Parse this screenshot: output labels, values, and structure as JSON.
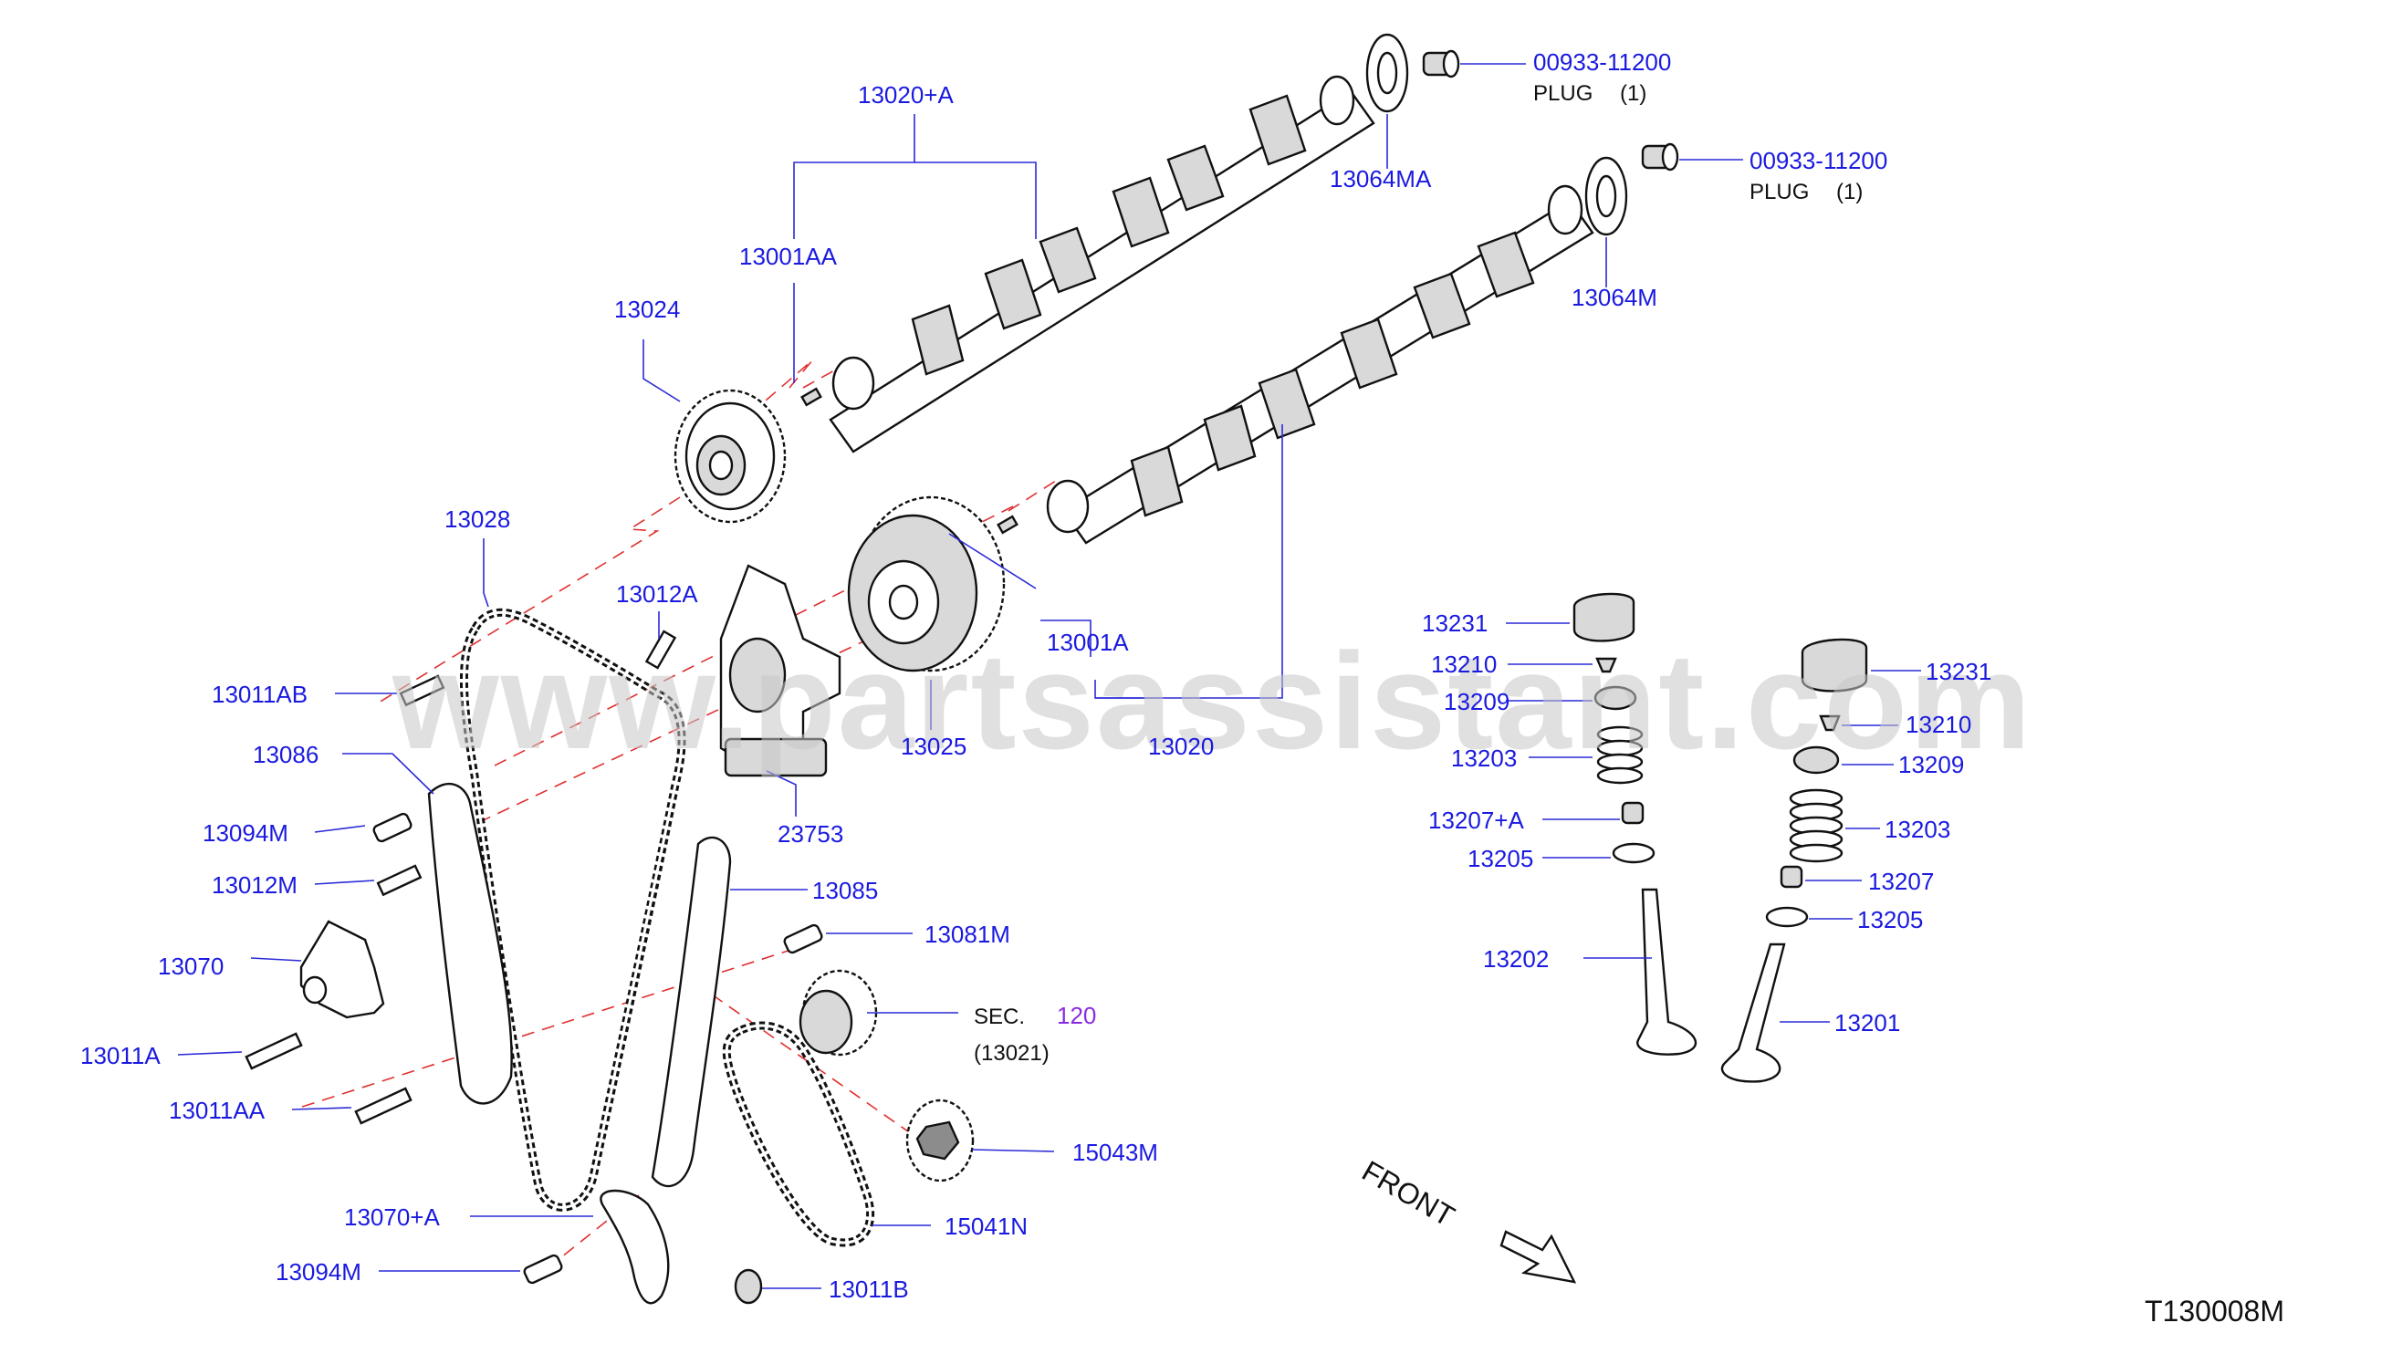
{
  "watermark": "www.partsassistant.com",
  "diagram_code": "T130008M",
  "front_label": "FRONT",
  "labels": {
    "p13020A": "13020+A",
    "p13001AA": "13001AA",
    "p13024": "13024",
    "p13028": "13028",
    "p13012A": "13012A",
    "p13011AB": "13011AB",
    "p13086": "13086",
    "p13094M_1": "13094M",
    "p13012M": "13012M",
    "p13070": "13070",
    "p13011A": "13011A",
    "p13011AA": "13011AA",
    "p13070A": "13070+A",
    "p13094M_2": "13094M",
    "p23753": "23753",
    "p13025": "13025",
    "p13001A": "13001A",
    "p13020": "13020",
    "p13085": "13085",
    "p13081M": "13081M",
    "sec_prefix": "SEC.",
    "sec_number": "120",
    "sec_sub": "(13021)",
    "p15043M": "15043M",
    "p15041N": "15041N",
    "p13011B": "13011B",
    "p13064MA": "13064MA",
    "p13064M": "13064M",
    "plug1_number": "00933-11200",
    "plug1_desc": "PLUG",
    "plug1_qty": "(1)",
    "plug2_number": "00933-11200",
    "plug2_desc": "PLUG",
    "plug2_qty": "(1)",
    "p13231_a": "13231",
    "p13210_a": "13210",
    "p13209_a": "13209",
    "p13203_a": "13203",
    "p13207A": "13207+A",
    "p13205_a": "13205",
    "p13202": "13202",
    "p13231_b": "13231",
    "p13210_b": "13210",
    "p13209_b": "13209",
    "p13203_b": "13203",
    "p13207": "13207",
    "p13205_b": "13205",
    "p13201": "13201"
  },
  "colors": {
    "label": "#1a1ae0",
    "section_ref": "#8a2be2",
    "dashed_axis": "#e03030",
    "leader": "#2a2ad8",
    "watermark": "#c8c8c8"
  }
}
